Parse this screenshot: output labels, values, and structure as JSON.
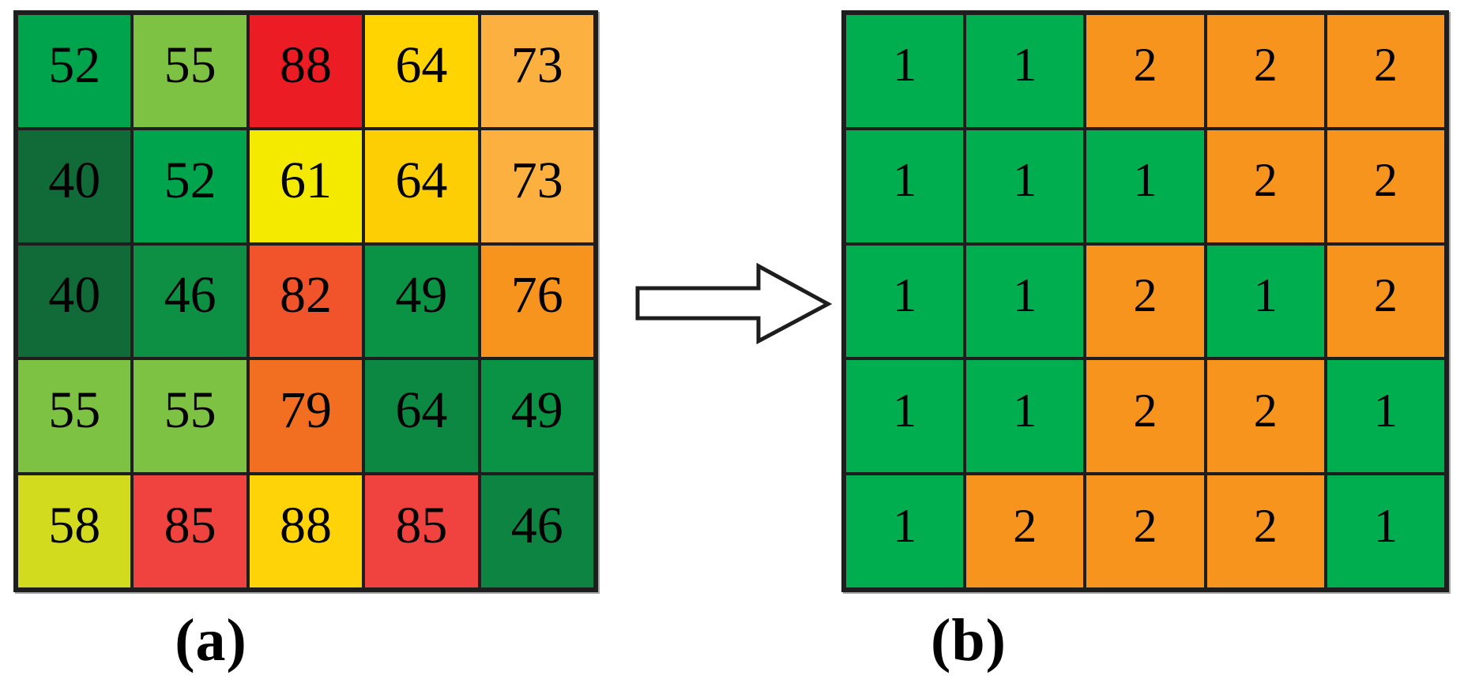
{
  "style": {
    "border_color": "#1E1E1E",
    "background": "#FFFFFF",
    "text_color": "#000000"
  },
  "arrow": {
    "direction": "right",
    "fill": "#FFFFFF",
    "stroke": "#1D1D1D"
  },
  "panel_a": {
    "label": "(a)",
    "grid": [
      [
        {
          "v": "52",
          "c": "#00A44C"
        },
        {
          "v": "55",
          "c": "#7DC242"
        },
        {
          "v": "88",
          "c": "#EC1C24"
        },
        {
          "v": "64",
          "c": "#FFD400"
        },
        {
          "v": "73",
          "c": "#FBB040"
        }
      ],
      [
        {
          "v": "40",
          "c": "#106B39"
        },
        {
          "v": "52",
          "c": "#00A44C"
        },
        {
          "v": "61",
          "c": "#F3EA00"
        },
        {
          "v": "64",
          "c": "#FCCE03"
        },
        {
          "v": "73",
          "c": "#FBB040"
        }
      ],
      [
        {
          "v": "40",
          "c": "#106B39"
        },
        {
          "v": "46",
          "c": "#0D9044"
        },
        {
          "v": "82",
          "c": "#F1532A"
        },
        {
          "v": "49",
          "c": "#0A9245"
        },
        {
          "v": "76",
          "c": "#F7941D"
        }
      ],
      [
        {
          "v": "55",
          "c": "#7DC242"
        },
        {
          "v": "55",
          "c": "#7DC242"
        },
        {
          "v": "79",
          "c": "#F26E21"
        },
        {
          "v": "64",
          "c": "#0C8842"
        },
        {
          "v": "49",
          "c": "#0A9245"
        }
      ],
      [
        {
          "v": "58",
          "c": "#D2DB1D"
        },
        {
          "v": "85",
          "c": "#F0433F"
        },
        {
          "v": "88",
          "c": "#FED308"
        },
        {
          "v": "85",
          "c": "#F0433F"
        },
        {
          "v": "46",
          "c": "#0D8441"
        }
      ]
    ]
  },
  "panel_b": {
    "label": "(b)",
    "grid": [
      [
        {
          "v": "1",
          "c": "#00AD4F"
        },
        {
          "v": "1",
          "c": "#00AD4F"
        },
        {
          "v": "2",
          "c": "#F7941D"
        },
        {
          "v": "2",
          "c": "#F7941D"
        },
        {
          "v": "2",
          "c": "#F7941D"
        }
      ],
      [
        {
          "v": "1",
          "c": "#00AD4F"
        },
        {
          "v": "1",
          "c": "#00AD4F"
        },
        {
          "v": "1",
          "c": "#00AD4F"
        },
        {
          "v": "2",
          "c": "#F7941D"
        },
        {
          "v": "2",
          "c": "#F7941D"
        }
      ],
      [
        {
          "v": "1",
          "c": "#00AD4F"
        },
        {
          "v": "1",
          "c": "#00AD4F"
        },
        {
          "v": "2",
          "c": "#F7941D"
        },
        {
          "v": "1",
          "c": "#00AD4F"
        },
        {
          "v": "2",
          "c": "#F7941D"
        }
      ],
      [
        {
          "v": "1",
          "c": "#00AD4F"
        },
        {
          "v": "1",
          "c": "#00AD4F"
        },
        {
          "v": "2",
          "c": "#F7941D"
        },
        {
          "v": "2",
          "c": "#F7941D"
        },
        {
          "v": "1",
          "c": "#00AD4F"
        }
      ],
      [
        {
          "v": "1",
          "c": "#00AD4F"
        },
        {
          "v": "2",
          "c": "#F7941D"
        },
        {
          "v": "2",
          "c": "#F7941D"
        },
        {
          "v": "2",
          "c": "#F7941D"
        },
        {
          "v": "1",
          "c": "#00AD4F"
        }
      ]
    ]
  }
}
